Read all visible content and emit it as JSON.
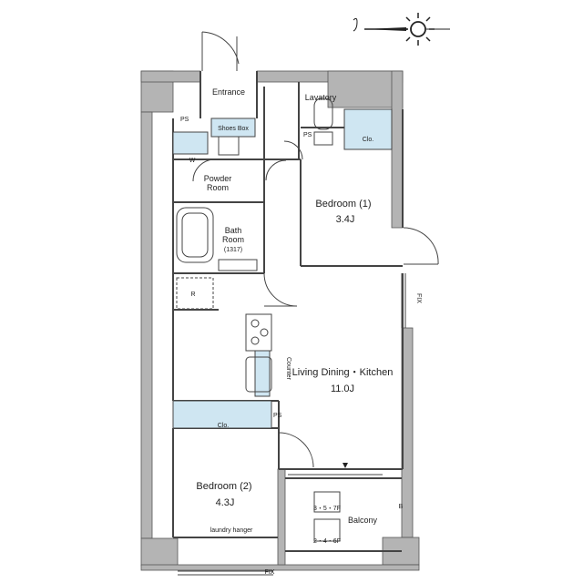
{
  "rooms": {
    "entrance": "Entrance",
    "lavatory": "Lavatory",
    "shoes_box": "Shoes Box",
    "ps_top": "PS",
    "ps_lav": "PS",
    "ps_clo": "PS",
    "w": "W",
    "clo_top": "Clo.",
    "powder_line1": "Powder",
    "powder_line2": "Room",
    "bedroom1_name": "Bedroom (1)",
    "bedroom1_size": "3.4J",
    "bath_line1": "Bath",
    "bath_line2": "Room",
    "bath_line3": "(1317)",
    "r": "R",
    "fix_right": "FIX",
    "counter": "Counter",
    "ldk_name": "Living Dining・Kitchen",
    "ldk_size": "11.0J",
    "clo_mid": "Clo.",
    "bedroom2_name": "Bedroom (2)",
    "bedroom2_size": "4.3J",
    "laundry": "laundry hanger",
    "balcony": "Balcony",
    "floors_top": "3・5・7F",
    "floors_bottom": "2・4・6F",
    "b": "B",
    "fix_bottom": "FIX"
  },
  "colors": {
    "wall": "#b4b4b4",
    "wall_edge": "#555555",
    "storage": "#cfe6f2",
    "line": "#444444"
  },
  "icons": [
    "north-arrow-icon",
    "compass-icon"
  ]
}
